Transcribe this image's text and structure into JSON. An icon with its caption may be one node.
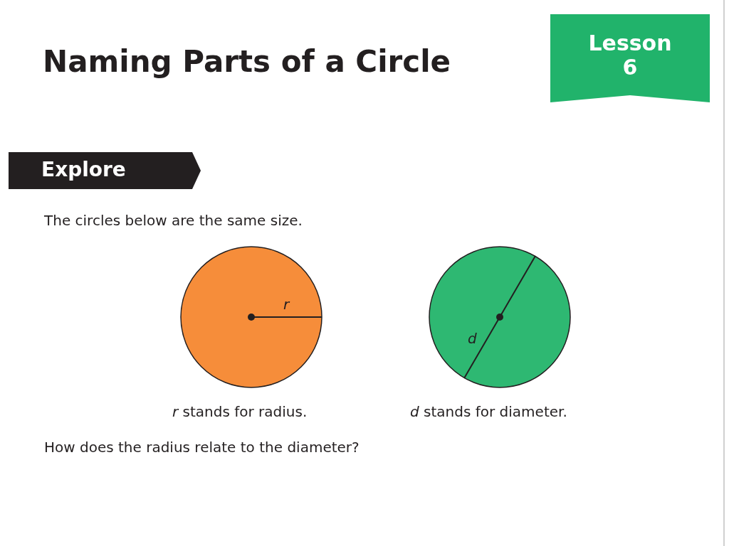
{
  "diagram": {
    "title": "Naming Parts of a Circle",
    "nodes": [
      {
        "text": [
          "Lesson 6"
        ]
      },
      {
        "text": [
          "Explore"
        ]
      },
      {
        "text": [
          "r"
        ]
      },
      {
        "text": [
          "d"
        ]
      }
    ],
    "labels": [
      "The circles below are the same size.",
      "*r* stands for radius.",
      "*d* stands for diameter.",
      "How does the radius relate to the diameter?"
    ]
  }
}
